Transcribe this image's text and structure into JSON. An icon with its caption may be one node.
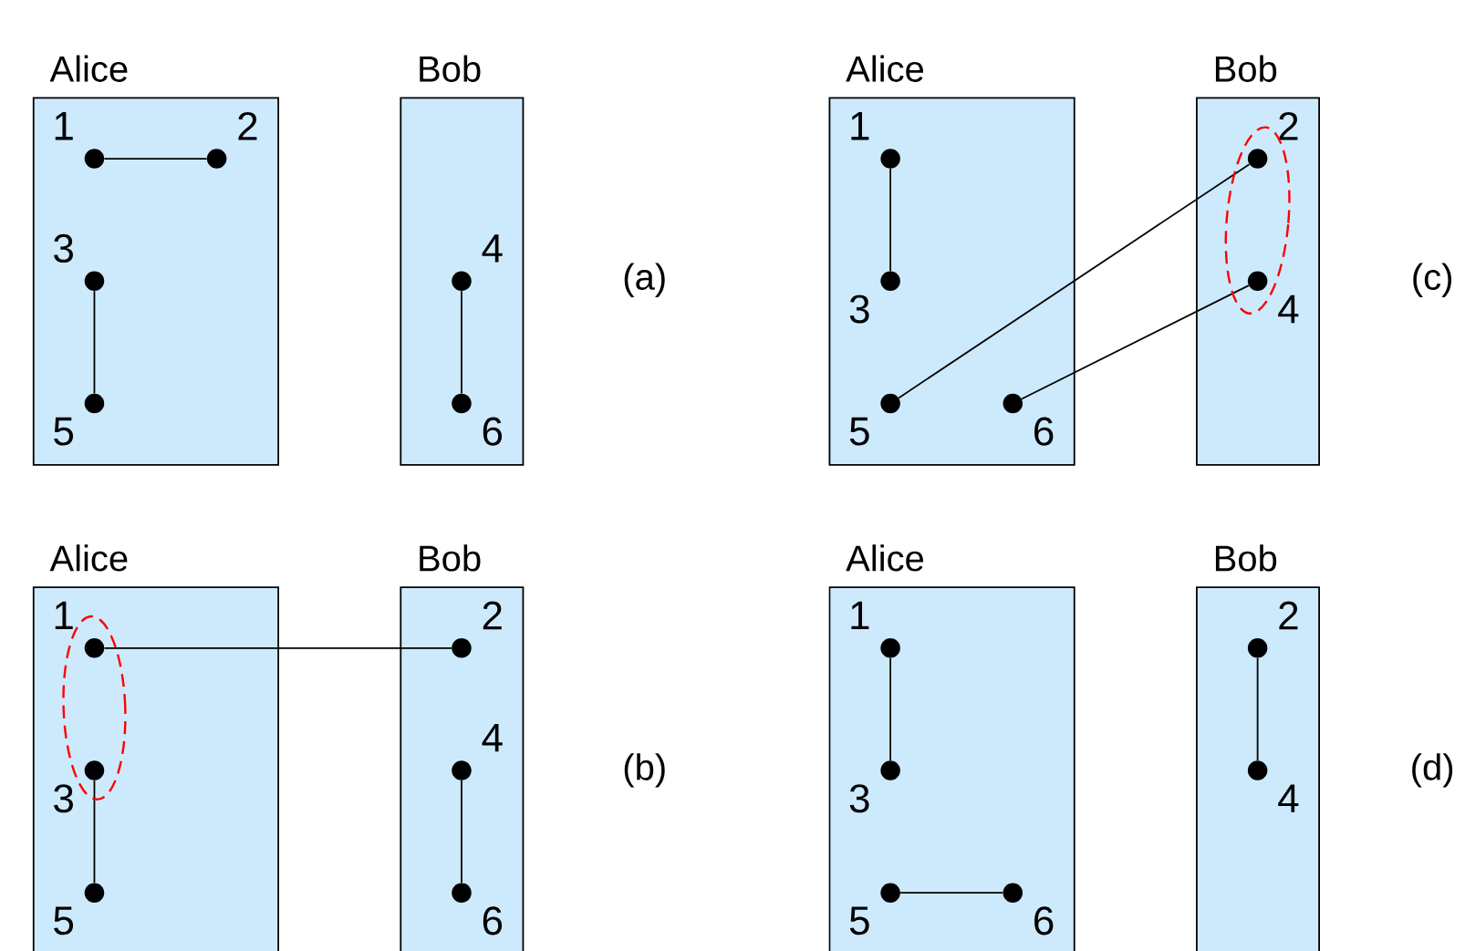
{
  "diagram": {
    "nodes": [
      {
        "text": [
          "Alice"
        ]
      },
      {
        "text": [],
        "shape": "circle",
        "beside": [
          "1"
        ],
        "in": 0
      },
      {
        "text": [],
        "shape": "circle",
        "beside": [
          "2"
        ],
        "in": 0
      },
      {
        "text": [],
        "shape": "circle",
        "beside": [
          "3"
        ],
        "in": 0
      },
      {
        "text": [],
        "shape": "circle",
        "beside": [
          "5"
        ],
        "in": 0
      },
      {
        "text": [
          "Bob"
        ]
      },
      {
        "text": [],
        "shape": "circle",
        "beside": [
          "4"
        ],
        "in": 5
      },
      {
        "text": [],
        "shape": "circle",
        "beside": [
          "6"
        ],
        "in": 5
      },
      {
        "text": [
          "Alice"
        ]
      },
      {
        "text": [],
        "shape": "circle",
        "beside": [
          "1"
        ],
        "in": 8
      },
      {
        "text": [],
        "shape": "circle",
        "beside": [
          "3"
        ],
        "in": 8
      },
      {
        "text": [],
        "shape": "circle",
        "beside": [
          "5"
        ],
        "in": 8
      },
      {
        "text": [],
        "shape": "circle",
        "beside": [
          "6"
        ],
        "in": 8
      },
      {
        "text": [
          "Bob"
        ]
      },
      {
        "text": [],
        "shape": "circle",
        "beside": [
          "2"
        ],
        "in": 13
      },
      {
        "text": [],
        "shape": "circle",
        "beside": [
          "4"
        ],
        "in": 13
      },
      {
        "text": [
          "Alice"
        ]
      },
      {
        "text": [],
        "shape": "circle",
        "beside": [
          "1"
        ],
        "in": 16
      },
      {
        "text": [],
        "shape": "circle",
        "beside": [
          "3"
        ],
        "in": 16
      },
      {
        "text": [],
        "shape": "circle",
        "beside": [
          "5"
        ],
        "in": 16
      },
      {
        "text": [
          "Bob"
        ]
      },
      {
        "text": [],
        "shape": "circle",
        "beside": [
          "2"
        ],
        "in": 20
      },
      {
        "text": [],
        "shape": "circle",
        "beside": [
          "4"
        ],
        "in": 20
      },
      {
        "text": [],
        "shape": "circle",
        "beside": [
          "6"
        ],
        "in": 20
      },
      {
        "text": [
          "Alice"
        ]
      },
      {
        "text": [],
        "shape": "circle",
        "beside": [
          "1"
        ],
        "in": 24
      },
      {
        "text": [],
        "shape": "circle",
        "beside": [
          "3"
        ],
        "in": 24
      },
      {
        "text": [],
        "shape": "circle",
        "beside": [
          "5"
        ],
        "in": 24
      },
      {
        "text": [],
        "shape": "circle",
        "beside": [
          "6"
        ],
        "in": 24
      },
      {
        "text": [
          "Bob"
        ]
      },
      {
        "text": [],
        "shape": "circle",
        "beside": [
          "2"
        ],
        "in": 29
      },
      {
        "text": [],
        "shape": "circle",
        "beside": [
          "4"
        ],
        "in": 29
      }
    ],
    "edges": [
      {
        "from": 1,
        "to": 2,
        "arrow": "none"
      },
      {
        "from": 3,
        "to": 4,
        "arrow": "none"
      },
      {
        "from": 6,
        "to": 7,
        "arrow": "none"
      },
      {
        "from": 9,
        "to": 10,
        "arrow": "none"
      },
      {
        "from": 11,
        "to": 14,
        "arrow": "none"
      },
      {
        "from": 12,
        "to": 15,
        "arrow": "none"
      },
      {
        "from": 17,
        "to": 21,
        "arrow": "none"
      },
      {
        "from": 18,
        "to": 19,
        "arrow": "none"
      },
      {
        "from": 22,
        "to": 23,
        "arrow": "none"
      },
      {
        "from": 25,
        "to": 26,
        "arrow": "none"
      },
      {
        "from": 27,
        "to": 28,
        "arrow": "none"
      },
      {
        "from": 30,
        "to": 31,
        "arrow": "none"
      }
    ],
    "labels": [
      "(a)",
      "(c)",
      "(b)",
      "(d)"
    ]
  }
}
